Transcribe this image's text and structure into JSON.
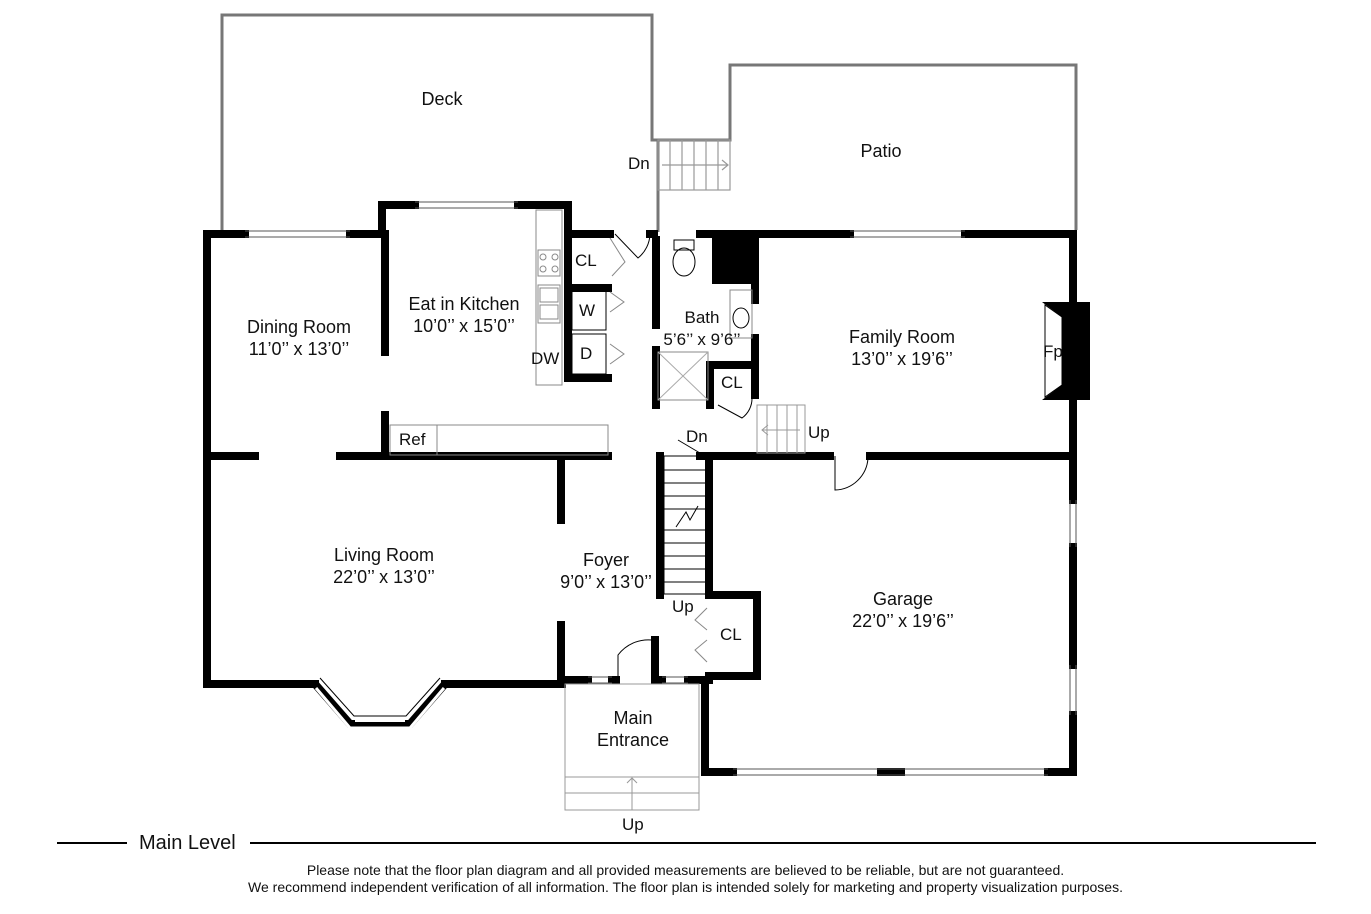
{
  "rooms": {
    "deck": {
      "name": "Deck"
    },
    "patio": {
      "name": "Patio"
    },
    "dining": {
      "name": "Dining Room",
      "size": "11’0’’ x 13’0’’"
    },
    "kitchen": {
      "name": "Eat in Kitchen",
      "size": "10’0’’ x 15’0’’"
    },
    "bath": {
      "name": "Bath",
      "size": "5’6’’ x 9’6’’"
    },
    "family": {
      "name": "Family Room",
      "size": "13’0’’ x 19’6’’"
    },
    "living": {
      "name": "Living Room",
      "size": "22’0’’ x 13’0’’"
    },
    "foyer": {
      "name": "Foyer",
      "size": "9’0’’ x 13’0’’"
    },
    "garage": {
      "name": "Garage",
      "size": "22’0’’ x 19’6’’"
    },
    "entrance": {
      "line1": "Main",
      "line2": "Entrance"
    }
  },
  "fixtures": {
    "cl_top": "CL",
    "washer": "W",
    "dryer": "D",
    "dishwasher": "DW",
    "cl_bath": "CL",
    "fireplace": "Fp",
    "ref": "Ref",
    "cl_foyer": "CL"
  },
  "stairs": {
    "deck_dn": "Dn",
    "family_up": "Up",
    "foyer_dn": "Dn",
    "foyer_up": "Up",
    "entrance_up": "Up"
  },
  "footer": {
    "level": "Main Level",
    "note1": "Please note that the floor plan diagram and all provided measurements are believed to be reliable, but are not guaranteed.",
    "note2": "We recommend independent verification of all information. The floor plan is intended solely for marketing and property visualization purposes."
  }
}
